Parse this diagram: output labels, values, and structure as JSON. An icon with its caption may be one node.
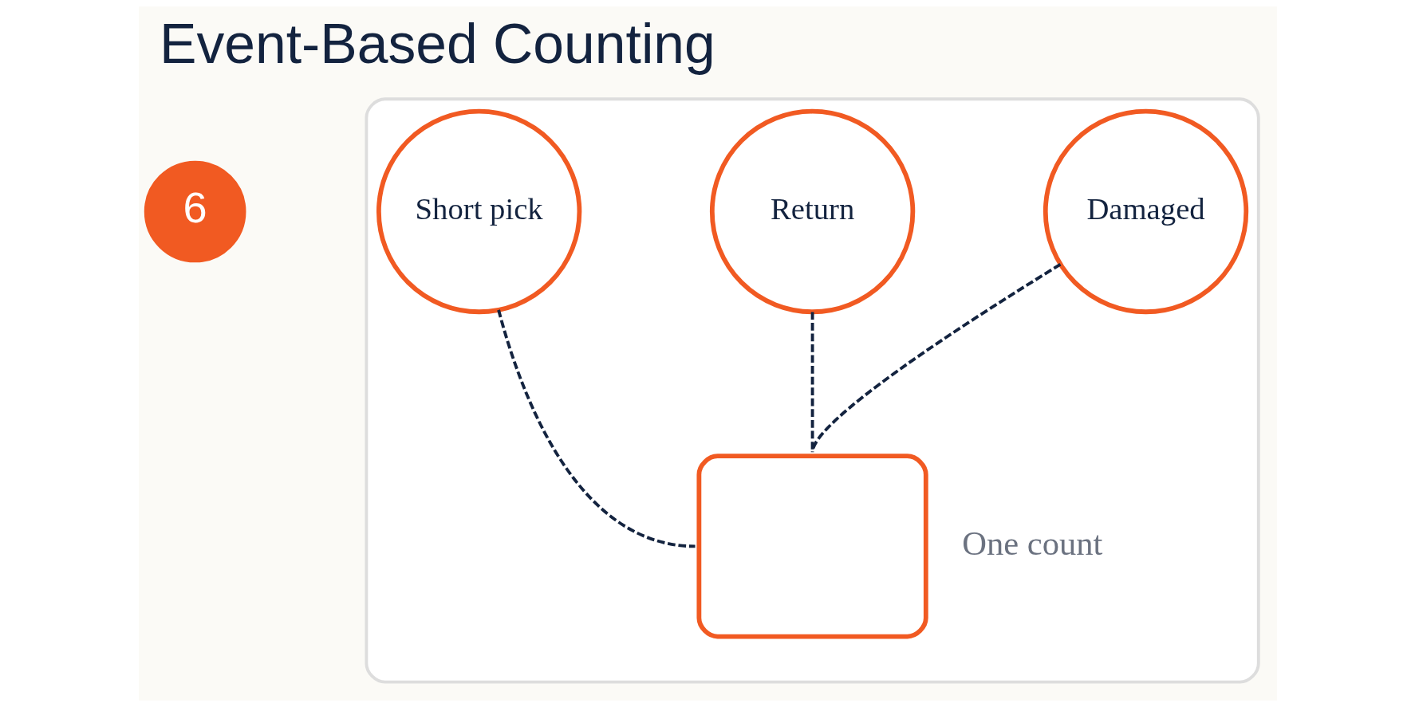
{
  "diagram": {
    "title": "Event-Based Counting",
    "nodes": [
      {
        "text": [
          "6"
        ]
      },
      {
        "text": [],
        "shape": "box"
      },
      {
        "text": [
          "Short pick"
        ],
        "in": 1
      },
      {
        "text": [
          "Return"
        ],
        "in": 1
      },
      {
        "text": [
          "Damaged"
        ],
        "in": 1
      },
      {
        "text": [],
        "shape": "box",
        "in": 1,
        "beside": [
          "One count"
        ]
      }
    ],
    "edges": [
      {
        "from": 2,
        "to": 5,
        "arrow": "none",
        "style": "dashed"
      },
      {
        "from": 3,
        "to": 5,
        "arrow": "none",
        "style": "dashed"
      },
      {
        "from": 4,
        "to": 5,
        "arrow": "none",
        "style": "dashed"
      }
    ]
  }
}
